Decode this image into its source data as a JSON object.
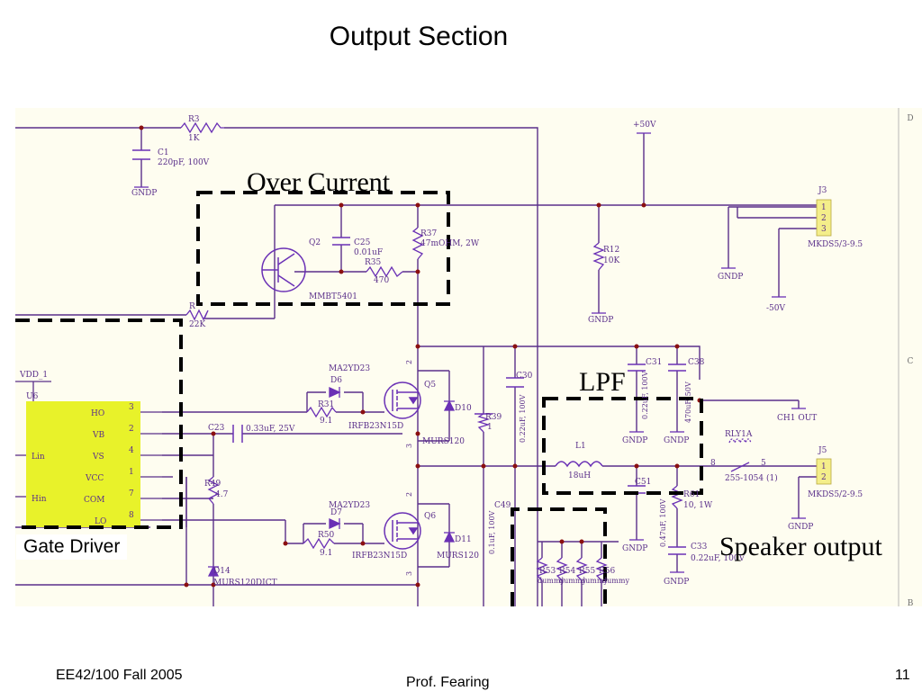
{
  "slide": {
    "title": "Output Section",
    "footer_left": "EE42/100 Fall 2005",
    "footer_center": "Prof. Fearing",
    "footer_right": "11"
  },
  "colors": {
    "background": "#fefdf0",
    "wire": "#5a2f8a",
    "component": "#6a30b5",
    "junction": "#8b1010",
    "gate_driver": "#e8f22a",
    "connector": "#f4ee8a",
    "dashed_box": "#000000",
    "border_text": "#6e6e6e"
  },
  "annotations": {
    "over_current": "Over Current",
    "lpf": "LPF",
    "speaker_output": "Speaker output",
    "gate_driver": "Gate Driver"
  },
  "border": {
    "right": [
      "D",
      "C",
      "B"
    ]
  },
  "components": {
    "r3": {
      "ref": "R3",
      "value": "1K"
    },
    "c1": {
      "ref": "C1",
      "value": "220pF, 100V"
    },
    "gndp": "GNDP",
    "q2": {
      "ref": "Q2",
      "part": "MMBT5401"
    },
    "c25": {
      "ref": "C25",
      "value": "0.01uF"
    },
    "r35": {
      "ref": "R35",
      "value": "470"
    },
    "r37": {
      "ref": "R37",
      "value": "47mOHM, 2W"
    },
    "r_base": {
      "ref": "R",
      "value": "22K"
    },
    "plus50": "+50V",
    "minus50": "-50V",
    "r12": {
      "ref": "R12",
      "value": "10K"
    },
    "j3": {
      "ref": "J3",
      "part": "MKDS5/3-9.5",
      "pins": [
        "1",
        "2",
        "3"
      ]
    },
    "vdd": "VDD_1",
    "u6": {
      "ref": "U6",
      "left_pins": [
        "Lin",
        "Hin"
      ],
      "right_pins": [
        "HO",
        "VB",
        "VS",
        "VCC",
        "COM",
        "LO"
      ],
      "pin_numbers": [
        "3",
        "2",
        "4",
        "1",
        "7",
        "8"
      ]
    },
    "d6": {
      "ref": "D6",
      "part": "MA2YD23"
    },
    "r31": {
      "ref": "R31",
      "value": "9.1"
    },
    "q5": {
      "ref": "Q5",
      "part": "IRFB23N15D"
    },
    "d10": {
      "ref": "D10",
      "part": "MURS120"
    },
    "r39": {
      "ref": "R39",
      "value": "1"
    },
    "c30": {
      "ref": "C30",
      "value": "0.22uF, 100V"
    },
    "c31": {
      "ref": "C31",
      "value": "0.22uF, 100V"
    },
    "c38": {
      "ref": "C38",
      "value": "470uF, 50V"
    },
    "c23": {
      "ref": "C23",
      "value": "0.33uF, 25V"
    },
    "chi_out": "CH1 OUT",
    "rly1a": {
      "ref": "RLY1A",
      "part": "255-1054 (1)",
      "pin_a": "8",
      "pin_b": "5"
    },
    "j5": {
      "ref": "J5",
      "part": "MKDS5/2-9.5",
      "pins": [
        "1",
        "2"
      ]
    },
    "l1": {
      "ref": "L1",
      "value": "18uH"
    },
    "r49": {
      "ref": "R49",
      "value": "4.7"
    },
    "c51": {
      "ref": "C51",
      "value": "0.47uF, 100V"
    },
    "r61": {
      "ref": "R61",
      "value": "10, 1W"
    },
    "d7": {
      "ref": "D7",
      "part": "MA2YD23"
    },
    "r50": {
      "ref": "R50",
      "value": "9.1"
    },
    "q6": {
      "ref": "Q6",
      "part": "IRFB23N15D"
    },
    "d11": {
      "ref": "D11",
      "part": "MURS120"
    },
    "c49": {
      "ref": "C49",
      "value": "0.1uF, 100V"
    },
    "c33": {
      "ref": "C33",
      "value": "0.22uF, 100V"
    },
    "d14": {
      "ref": "D14",
      "part": "MURS120DICT"
    },
    "dummy": {
      "refs": [
        "R53",
        "R54",
        "R55",
        "R56"
      ],
      "value": "dummy"
    },
    "pin2": "2",
    "pin3": "3"
  }
}
